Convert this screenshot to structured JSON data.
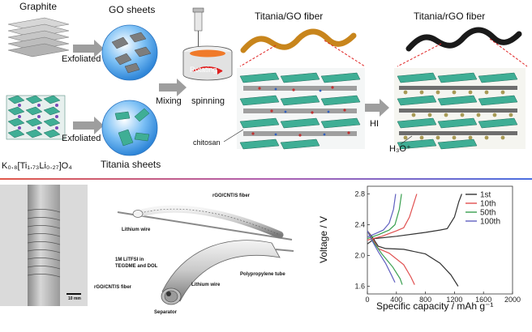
{
  "top": {
    "graphite": "Graphite",
    "go_sheets": "GO sheets",
    "exfoliated_1": "Exfoliated",
    "exfoliated_2": "Exfoliated",
    "titania_sheets": "Titania sheets",
    "mixing": "Mixing",
    "rotating": "Rotating",
    "spinning": "spinning",
    "titania_go_fiber": "Titania/GO fiber",
    "titania_rgo_fiber": "Titania/rGO fiber",
    "hi": "HI",
    "chitosan": "chitosan",
    "h3o": "H₃O⁺",
    "formula": "K₀.₈[Ti₁.₇₃Li₀.₂₇]O₄"
  },
  "bottom": {
    "scale_bar": "10 mm",
    "rgo_cnt_s_fiber_1": "rGO/CNT/S fiber",
    "lithium_wire_1": "Lithium wire",
    "electrolyte_1": "1M LiTFSI in",
    "electrolyte_2": "TEGDME and DOL",
    "polypropylene_tube": "Polypropylene tube",
    "rgo_cnt_s_fiber_2": "rGO/CNT/S fiber",
    "lithium_wire_2": "Lithium wire",
    "separator": "Separator"
  },
  "colors": {
    "go_sphere": "#5aa9ef",
    "titania": "#3fae95",
    "go_fiber": "#c8851c",
    "rgo_fiber": "#1a1a1a",
    "accent_red": "#e02020",
    "divider_left": "#e0584a",
    "divider_right": "#4a6fe0"
  },
  "chart_data": {
    "type": "line",
    "xlabel": "Specific capacity / mAh g⁻¹",
    "ylabel": "Voltage / V",
    "xlim": [
      0,
      2000
    ],
    "ylim": [
      1.5,
      2.9
    ],
    "xticks": [
      "0",
      "400",
      "800",
      "1200",
      "1600",
      "2000"
    ],
    "yticks": [
      "1.6",
      "2.0",
      "2.4",
      "2.8"
    ],
    "legend_position": "top-right",
    "series": [
      {
        "name": "1st",
        "color": "#333333",
        "discharge": [
          [
            0,
            2.32
          ],
          [
            60,
            2.25
          ],
          [
            150,
            2.12
          ],
          [
            250,
            2.09
          ],
          [
            500,
            2.08
          ],
          [
            800,
            2.02
          ],
          [
            1000,
            1.9
          ],
          [
            1150,
            1.75
          ],
          [
            1250,
            1.6
          ]
        ],
        "charge": [
          [
            0,
            2.15
          ],
          [
            100,
            2.22
          ],
          [
            400,
            2.25
          ],
          [
            800,
            2.3
          ],
          [
            1000,
            2.33
          ],
          [
            1100,
            2.35
          ],
          [
            1200,
            2.5
          ],
          [
            1260,
            2.7
          ],
          [
            1300,
            2.8
          ]
        ]
      },
      {
        "name": "10th",
        "color": "#e05050",
        "discharge": [
          [
            0,
            2.32
          ],
          [
            80,
            2.2
          ],
          [
            150,
            2.09
          ],
          [
            300,
            2.03
          ],
          [
            500,
            1.88
          ],
          [
            600,
            1.72
          ],
          [
            650,
            1.62
          ]
        ],
        "charge": [
          [
            0,
            2.2
          ],
          [
            200,
            2.25
          ],
          [
            400,
            2.32
          ],
          [
            500,
            2.36
          ],
          [
            580,
            2.5
          ],
          [
            640,
            2.68
          ],
          [
            680,
            2.8
          ]
        ]
      },
      {
        "name": "50th",
        "color": "#3aa050",
        "discharge": [
          [
            0,
            2.32
          ],
          [
            80,
            2.18
          ],
          [
            200,
            2.02
          ],
          [
            350,
            1.85
          ],
          [
            450,
            1.7
          ],
          [
            480,
            1.62
          ]
        ],
        "charge": [
          [
            0,
            2.22
          ],
          [
            150,
            2.27
          ],
          [
            300,
            2.33
          ],
          [
            380,
            2.4
          ],
          [
            440,
            2.6
          ],
          [
            470,
            2.8
          ]
        ]
      },
      {
        "name": "100th",
        "color": "#6060c0",
        "discharge": [
          [
            0,
            2.32
          ],
          [
            60,
            2.2
          ],
          [
            150,
            2.05
          ],
          [
            250,
            1.9
          ],
          [
            330,
            1.75
          ],
          [
            380,
            1.65
          ]
        ],
        "charge": [
          [
            0,
            2.24
          ],
          [
            100,
            2.28
          ],
          [
            220,
            2.33
          ],
          [
            300,
            2.42
          ],
          [
            360,
            2.6
          ],
          [
            390,
            2.8
          ]
        ]
      }
    ]
  }
}
